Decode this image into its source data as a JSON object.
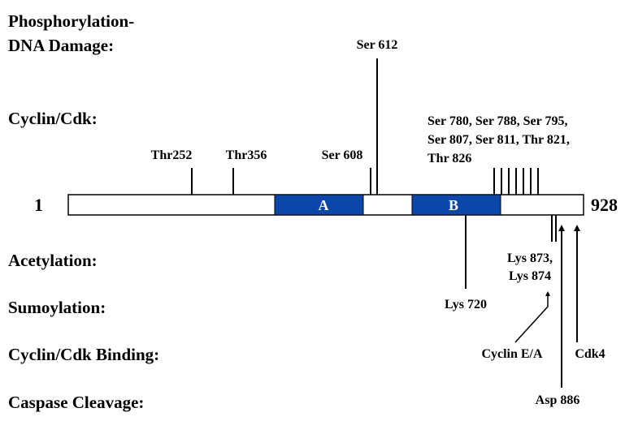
{
  "categories": {
    "phospho_line1": "Phosphorylation-",
    "phospho_line2": "DNA Damage:",
    "cyclin_cdk": "Cyclin/Cdk:",
    "acetylation": "Acetylation:",
    "sumoylation": "Sumoylation:",
    "cyclin_binding": "Cyclin/Cdk Binding:",
    "caspase": "Caspase Cleavage:"
  },
  "protein": {
    "start": "1",
    "end": "928",
    "domain_a": "A",
    "domain_b": "B",
    "domain_color": "#0a47a8"
  },
  "sites": {
    "ser612": "Ser 612",
    "thr252": "Thr252",
    "thr356": "Thr356",
    "ser608": "Ser 608",
    "cdk_cluster_line1": "Ser 780, Ser 788, Ser 795,",
    "cdk_cluster_line2": "Ser 807, Ser 811, Thr 821,",
    "cdk_cluster_line3": "Thr 826",
    "lys720": "Lys 720",
    "lys873_874_line1": "Lys 873,",
    "lys873_874_line2": "Lys 874",
    "cyclin_ea": "Cyclin E/A",
    "cdk4": "Cdk4",
    "asp886": "Asp 886"
  }
}
